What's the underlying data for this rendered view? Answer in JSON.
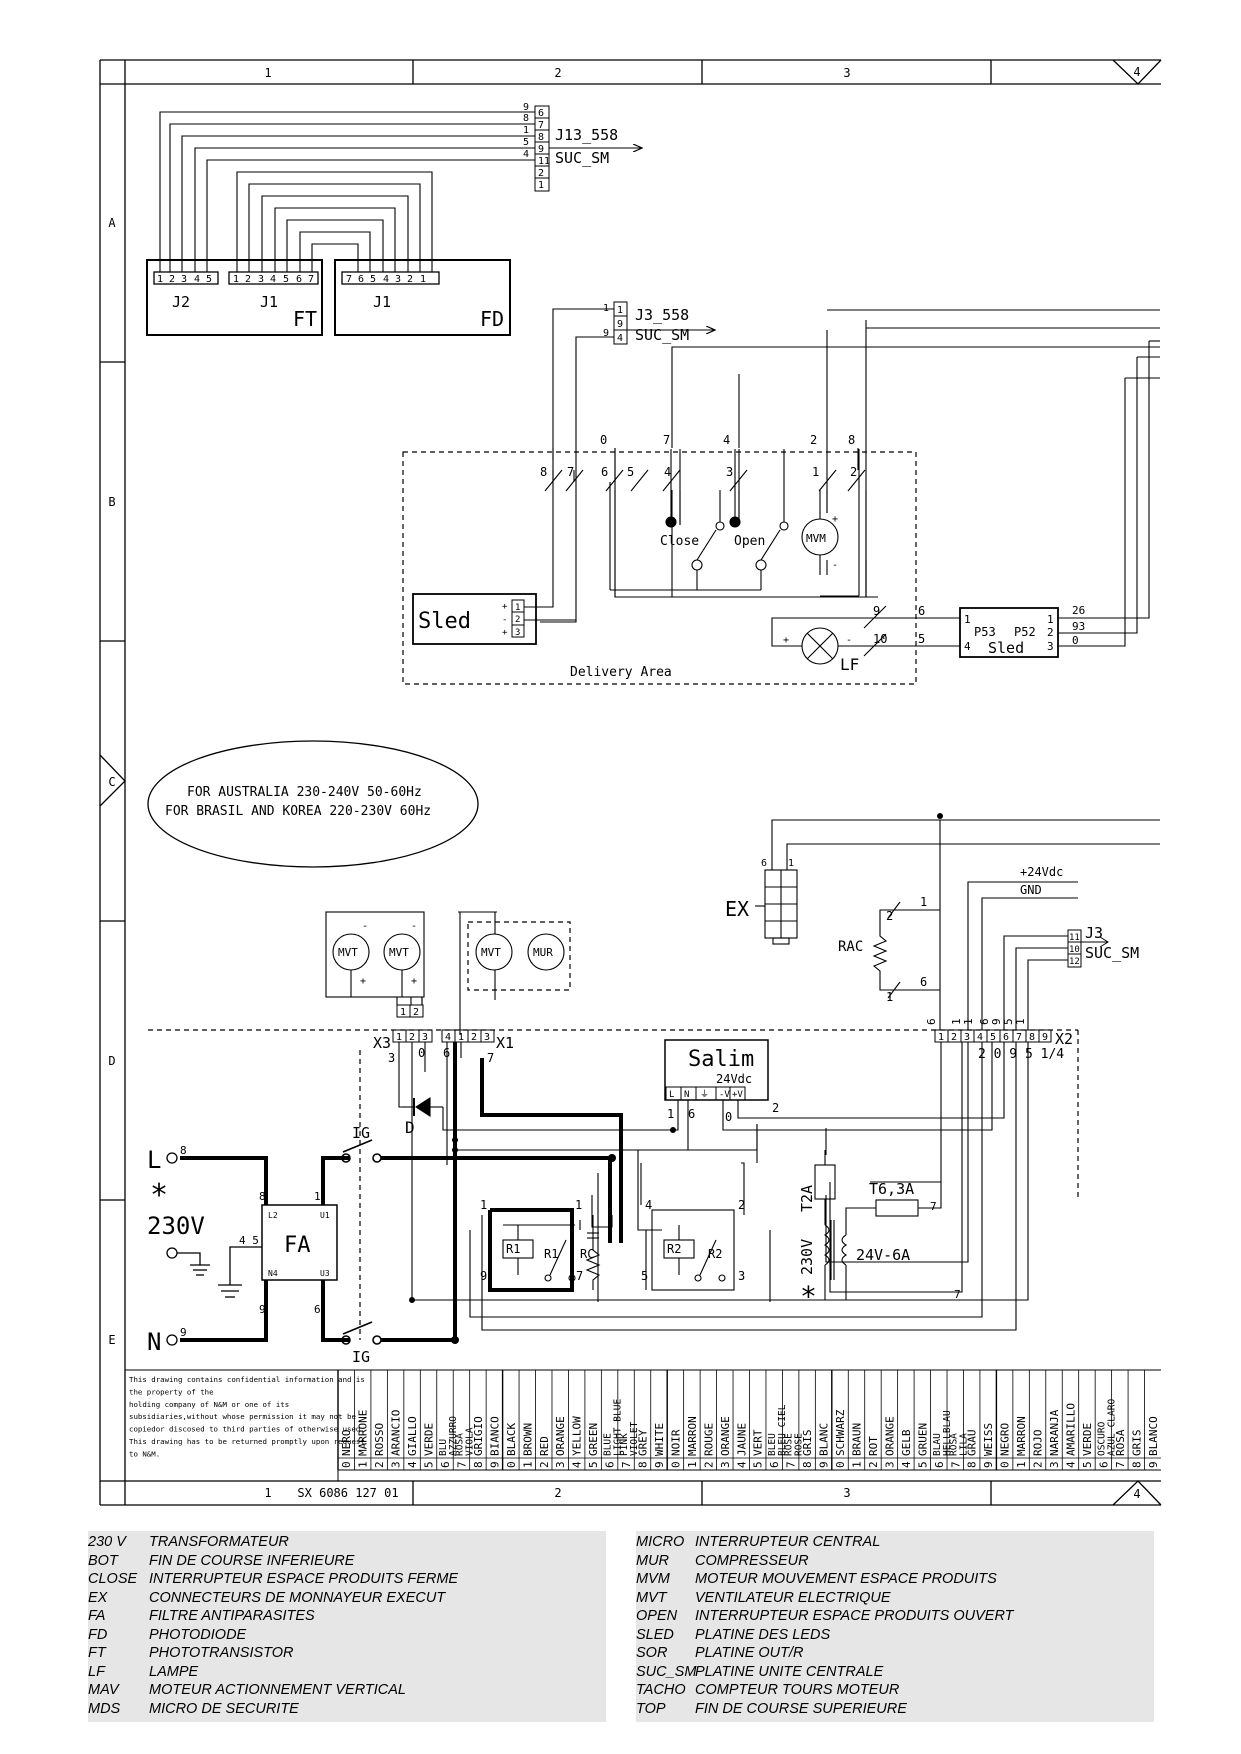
{
  "frame": {
    "columns": [
      "1",
      "2",
      "3",
      "4"
    ],
    "rows": [
      "A",
      "B",
      "C",
      "D",
      "E"
    ],
    "drawing_number": "SX 6086 127 01"
  },
  "labels": {
    "j13": "J13_558",
    "suc_sm": "SUC_SM",
    "j3": "J3_558",
    "j3b": "J3",
    "j2": "J2",
    "j1": "J1",
    "ft": "FT",
    "fd": "FD",
    "sled": "Sled",
    "delivery_area": "Delivery Area",
    "close": "Close",
    "open": "Open",
    "mvm": "MVM",
    "lf": "LF",
    "p53": "P53",
    "p52": "P52",
    "sled2": "Sled",
    "australia": "FOR AUSTRALIA 230-240V 50-60Hz",
    "brasil": "FOR BRASIL AND KOREA 220-230V 60Hz",
    "ex": "EX",
    "rac": "RAC",
    "v24dc": "+24Vdc",
    "gnd": "GND",
    "mvt": "MVT",
    "mur": "MUR",
    "x1": "X1",
    "x2": "X2",
    "x3": "X3",
    "salim": "Salim",
    "salim_v": "24Vdc",
    "d": "D",
    "ig": "IG",
    "l": "L",
    "n": "N",
    "star": "*",
    "v230": "230V",
    "fa": "FA",
    "fa_l2": "L2",
    "fa_u1": "U1",
    "fa_n4": "N4",
    "fa_u3": "U3",
    "r1": "R1",
    "r2": "R2",
    "rc": "RC",
    "t2a": "T2A",
    "t6": "T6,3A",
    "v230b": "230V",
    "v24a": "24V-6A",
    "x2_sub": "2 0 9 5 1/4"
  },
  "confidential_note": [
    "This drawing contains confidential information and is",
    "the property of the",
    "holding company of N&M or one of its",
    "subsidiaries,without whose permission it may not be",
    "copiedor discosed to third parties of otherwise used.",
    "This drawing has to be returned promptly upon request",
    "to N&M."
  ],
  "color_table": [
    {
      "n": "0",
      "c": [
        "NERO"
      ]
    },
    {
      "n": "1",
      "c": [
        "MARRONE"
      ]
    },
    {
      "n": "2",
      "c": [
        "ROSSO"
      ]
    },
    {
      "n": "3",
      "c": [
        "ARANCIO"
      ]
    },
    {
      "n": "4",
      "c": [
        "GIALLO"
      ]
    },
    {
      "n": "5",
      "c": [
        "VERDE"
      ]
    },
    {
      "n": "6",
      "c": [
        "BLU",
        "AZZURRO"
      ]
    },
    {
      "n": "7",
      "c": [
        "ROSA",
        "VIOLA"
      ]
    },
    {
      "n": "8",
      "c": [
        "GRIGIO"
      ]
    },
    {
      "n": "9",
      "c": [
        "BIANCO"
      ]
    },
    {
      "n": "0",
      "c": [
        "BLACK"
      ]
    },
    {
      "n": "1",
      "c": [
        "BROWN"
      ]
    },
    {
      "n": "2",
      "c": [
        "RED"
      ]
    },
    {
      "n": "3",
      "c": [
        "ORANGE"
      ]
    },
    {
      "n": "4",
      "c": [
        "YELLOW"
      ]
    },
    {
      "n": "5",
      "c": [
        "GREEN"
      ]
    },
    {
      "n": "6",
      "c": [
        "BLUE",
        "LIGHT BLUE"
      ]
    },
    {
      "n": "7",
      "c": [
        "PINK",
        "VIOLET"
      ]
    },
    {
      "n": "8",
      "c": [
        "GREY"
      ]
    },
    {
      "n": "9",
      "c": [
        "WHITE"
      ]
    },
    {
      "n": "0",
      "c": [
        "NOIR"
      ]
    },
    {
      "n": "1",
      "c": [
        "MARRON"
      ]
    },
    {
      "n": "2",
      "c": [
        "ROUGE"
      ]
    },
    {
      "n": "3",
      "c": [
        "ORANGE"
      ]
    },
    {
      "n": "4",
      "c": [
        "JAUNE"
      ]
    },
    {
      "n": "5",
      "c": [
        "VERT"
      ]
    },
    {
      "n": "6",
      "c": [
        "BLEU",
        "BLEU CIEL"
      ]
    },
    {
      "n": "7",
      "c": [
        "ROSE",
        "ROSE"
      ]
    },
    {
      "n": "8",
      "c": [
        "GRIS"
      ]
    },
    {
      "n": "9",
      "c": [
        "BLANC"
      ]
    },
    {
      "n": "0",
      "c": [
        "SCHWARZ"
      ]
    },
    {
      "n": "1",
      "c": [
        "BRAUN"
      ]
    },
    {
      "n": "2",
      "c": [
        "ROT"
      ]
    },
    {
      "n": "3",
      "c": [
        "ORANGE"
      ]
    },
    {
      "n": "4",
      "c": [
        "GELB"
      ]
    },
    {
      "n": "5",
      "c": [
        "GRUEN"
      ]
    },
    {
      "n": "6",
      "c": [
        "BLAU",
        "HELLBLAU"
      ]
    },
    {
      "n": "7",
      "c": [
        "ROSA",
        "LILA"
      ]
    },
    {
      "n": "8",
      "c": [
        "GRAU"
      ]
    },
    {
      "n": "9",
      "c": [
        "WEISS"
      ]
    },
    {
      "n": "0",
      "c": [
        "NEGRO"
      ]
    },
    {
      "n": "1",
      "c": [
        "MARRON"
      ]
    },
    {
      "n": "2",
      "c": [
        "ROJO"
      ]
    },
    {
      "n": "3",
      "c": [
        "NARANJA"
      ]
    },
    {
      "n": "4",
      "c": [
        "AMARILLO"
      ]
    },
    {
      "n": "5",
      "c": [
        "VERDE"
      ]
    },
    {
      "n": "6",
      "c": [
        "OSCURO",
        "AZUL CLARO"
      ]
    },
    {
      "n": "7",
      "c": [
        "ROSA"
      ]
    },
    {
      "n": "8",
      "c": [
        "GRIS"
      ]
    },
    {
      "n": "9",
      "c": [
        "BLANCO"
      ]
    }
  ],
  "legend_left": [
    {
      "code": "230 V",
      "desc": "TRANSFORMATEUR"
    },
    {
      "code": "BOT",
      "desc": "FIN DE COURSE INFERIEURE"
    },
    {
      "code": "CLOSE",
      "desc": "INTERRUPTEUR ESPACE PRODUITS FERME"
    },
    {
      "code": "EX",
      "desc": "CONNECTEURS DE MONNAYEUR EXECUT"
    },
    {
      "code": "FA",
      "desc": "FILTRE ANTIPARASITES"
    },
    {
      "code": "FD",
      "desc": "PHOTODIODE"
    },
    {
      "code": "FT",
      "desc": "PHOTOTRANSISTOR"
    },
    {
      "code": "LF",
      "desc": "LAMPE"
    },
    {
      "code": "MAV",
      "desc": "MOTEUR ACTIONNEMENT VERTICAL"
    },
    {
      "code": "MDS",
      "desc": "MICRO DE SECURITE"
    }
  ],
  "legend_right": [
    {
      "code": "MICRO",
      "desc": "INTERRUPTEUR CENTRAL"
    },
    {
      "code": "MUR",
      "desc": "COMPRESSEUR"
    },
    {
      "code": "MVM",
      "desc": "MOTEUR MOUVEMENT ESPACE PRODUITS"
    },
    {
      "code": "MVT",
      "desc": "VENTILATEUR ELECTRIQUE"
    },
    {
      "code": "OPEN",
      "desc": "INTERRUPTEUR ESPACE PRODUITS OUVERT"
    },
    {
      "code": "SLED",
      "desc": "PLATINE DES LEDS"
    },
    {
      "code": "SOR",
      "desc": "PLATINE OUT/R"
    },
    {
      "code": "SUC_SM",
      "desc": "PLATINE UNITE CENTRALE"
    },
    {
      "code": "TACHO",
      "desc": "COMPTEUR TOURS MOTEUR"
    },
    {
      "code": "TOP",
      "desc": "FIN DE COURSE SUPERIEURE"
    }
  ]
}
